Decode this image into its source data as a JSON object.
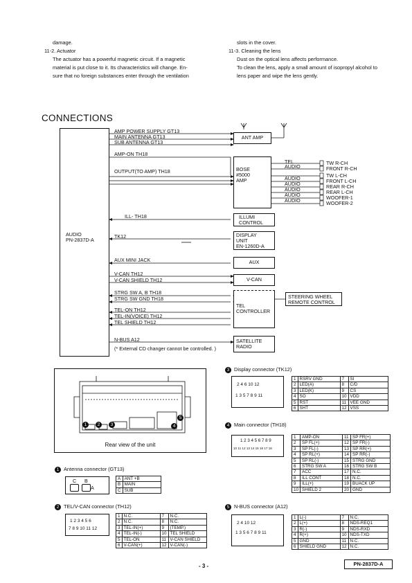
{
  "intro": {
    "left_lines": [
      "damage.",
      "11-2.  Actuator",
      "The actuator has a powerful magnetic circuit. If a magnetic",
      "material is put close to it. Its characteristics will change. En-",
      "sure that no foreign substances enter through the ventilation"
    ],
    "right_lines": [
      "slots in the cover.",
      "11-3.  Cleaning the lens",
      "Dust on the optical lens affects performance.",
      "To clean the lens, apply a small amount of isopropyl alcohol to",
      "lens paper and wipe the lens gently."
    ]
  },
  "heading": "CONNECTIONS",
  "audio_unit": {
    "name": "AUDIO",
    "model": "PN-2837D-A"
  },
  "signals": {
    "amp_power": "AMP POWER SUPPLY  GT13",
    "main_antenna": "MAIN ANTENNA  GT13",
    "sub_antenna": "SUB ANTENNA  GT13",
    "amp_on": "AMP-ON  TH18",
    "output": "OUTPUT(TO AMP)  TH18",
    "ill": "ILL-  TH18",
    "tk12": "TK12",
    "aux_jack": "AUX  MINI JACK",
    "vcan": "V-CAN  TH12",
    "vcan_shield": "V-CAN SHIELD  TH12",
    "strg_ab": "STRG SW A, B  TH18",
    "strg_gnd": "STRG SW GND  TH18",
    "tel_on": "TEL-ON  TH12",
    "tel_in": "TEL-IN(VOICE)  TH12",
    "tel_shield": "TEL SHIELD  TH12",
    "nbus": "N-BUS  A12",
    "nbus_note": "(* External CD changer cannot be controlled. )"
  },
  "blocks": {
    "ant_amp": "ANT AMP",
    "bose": [
      "BOSE",
      "#5000",
      "AMP"
    ],
    "illumi": [
      "ILLUMI",
      "CONTROL"
    ],
    "display": [
      "DISPLAY",
      "UNIT",
      "EN-1260D-A"
    ],
    "aux": "AUX",
    "vcan": "V-CAN",
    "tel": [
      "TEL",
      "CONTROLLER"
    ],
    "steering": [
      "STEERING WHEEL",
      "REMOTE CONTROL"
    ],
    "satellite": [
      "SATELLITE",
      "RADIO"
    ]
  },
  "bose_inputs": [
    "TEL",
    "AUDIO",
    "AUDIO",
    "AUDIO",
    "AUDIO",
    "AUDIO",
    "AUDIO"
  ],
  "speakers": [
    "TW R-CH",
    "FRONT R-CH",
    "TW L-CH",
    "FRONT L-CH",
    "REAR R-CH",
    "REAR L-CH",
    "WOOFER-1",
    "WOOFER-2"
  ],
  "rear_view": {
    "caption": "Rear view of the unit",
    "markers": [
      "1",
      "2",
      "3",
      "4",
      "5"
    ]
  },
  "antenna_conn": {
    "no": "1",
    "title": "Antenna connector (GT13)",
    "keys": [
      "C",
      "B",
      "A"
    ],
    "rows": [
      [
        "A",
        "ANT +B"
      ],
      [
        "B",
        "MAIN"
      ],
      [
        "C",
        "SUB"
      ]
    ]
  },
  "tel_conn": {
    "no": "2",
    "title": "TEL/V-CAN connector (TH12)",
    "face_top": "1  2  3  4  5  6",
    "face_bottom": "7  8  9 10 11 12",
    "rows": [
      [
        "1",
        "N.C.",
        "7",
        "N.C."
      ],
      [
        "2",
        "N.C.",
        "8",
        "N.C."
      ],
      [
        "3",
        "TEL-IN(+)",
        "9",
        "(TEMP.)"
      ],
      [
        "4",
        "TEL-IN(-)",
        "10",
        "TEL SHIELD"
      ],
      [
        "5",
        "TEL-ON",
        "11",
        "V-CAN SHIELD"
      ],
      [
        "6",
        "V-CAN(+)",
        "12",
        "V-CAN(-)"
      ]
    ]
  },
  "display_conn": {
    "no": "3",
    "title": "Display connector (TK12)",
    "face_top": "2  4  6     10 12",
    "face_bottom": "1  3  5  7  8  9  11",
    "rows": [
      [
        "1",
        "RSRV GND",
        "7",
        "SI"
      ],
      [
        "2",
        "LED(A)",
        "8",
        "C/D"
      ],
      [
        "3",
        "LED(K)",
        "9",
        "CS"
      ],
      [
        "4",
        "SO",
        "10",
        "VDD"
      ],
      [
        "5",
        "RST",
        "11",
        "VEE GND"
      ],
      [
        "6",
        "SHT",
        "12",
        "VSS"
      ]
    ]
  },
  "main_conn": {
    "no": "4",
    "title": "Main connector (TH18)",
    "face_top": "1 2 3 4 5 6 7 8 9",
    "face_bottom": "10 11 12 13 14 15 16 17 18",
    "rows": [
      [
        "1",
        "AMP-ON",
        "11",
        "SP FR(+)"
      ],
      [
        "2",
        "SP FL(+)",
        "12",
        "SP FR(-)"
      ],
      [
        "3",
        "SP FL(-)",
        "13",
        "SP RR(+)"
      ],
      [
        "4",
        "SP RL(+)",
        "14",
        "SP RR(-)"
      ],
      [
        "5",
        "SP RL(-)",
        "15",
        "STRG GND"
      ],
      [
        "6",
        "STRG SW A",
        "16",
        "STRG SW B"
      ],
      [
        "7",
        "ACC",
        "17",
        "N.C."
      ],
      [
        "8",
        "ILL CONT",
        "18",
        "N.C."
      ],
      [
        "9",
        "ILL(+)",
        "19",
        "BUACK UP"
      ],
      [
        "10",
        "SHIELD 2",
        "20",
        "GND"
      ]
    ]
  },
  "nbus_conn": {
    "no": "5",
    "title": "N-BUS connector (A12)",
    "face_top": "2  4        10 12",
    "face_bottom": "1  3  5  6  7  8  9  11",
    "rows": [
      [
        "1",
        "L(-)",
        "7",
        "N.C."
      ],
      [
        "2",
        "L(+)",
        "8",
        "NDS-REQ1"
      ],
      [
        "3",
        "R(-)",
        "9",
        "NDS-RXD"
      ],
      [
        "4",
        "R(+)",
        "10",
        "NDS-TXD"
      ],
      [
        "5",
        "GND",
        "11",
        "N.C."
      ],
      [
        "6",
        "SHIELD GND",
        "12",
        "N.C."
      ]
    ]
  },
  "footer": {
    "page": "- 3 -",
    "model": "PN-2837D-A"
  }
}
